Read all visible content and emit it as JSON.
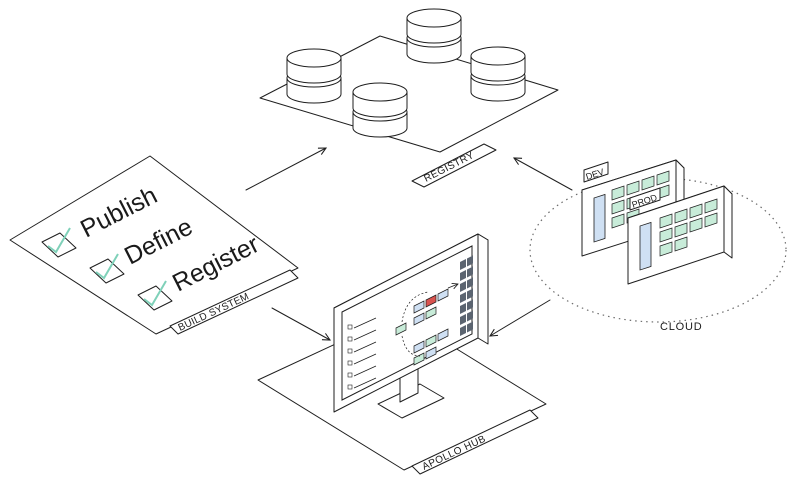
{
  "nodes": {
    "build_system": {
      "label": "BUILD SYSTEM",
      "items": [
        "Publish",
        "Define",
        "Register"
      ]
    },
    "registry": {
      "label": "REGISTRY"
    },
    "apollo_hub": {
      "label": "APOLLO HUB"
    },
    "cloud": {
      "label": "CLOUD",
      "environments": [
        "DEV",
        "PROD"
      ]
    }
  },
  "colors": {
    "stroke": "#1f1f1f",
    "check": "#7fd1b9",
    "tile_green": "#c8ecd9",
    "tile_blue": "#cfe0f3",
    "tile_red": "#d9534f",
    "dark_cell": "#5b6470",
    "cloud_dots": "#6b6b6b"
  },
  "icons": [
    "checkbox-icon",
    "database-icon",
    "monitor-icon",
    "arrow-icon",
    "cloud-icon"
  ]
}
